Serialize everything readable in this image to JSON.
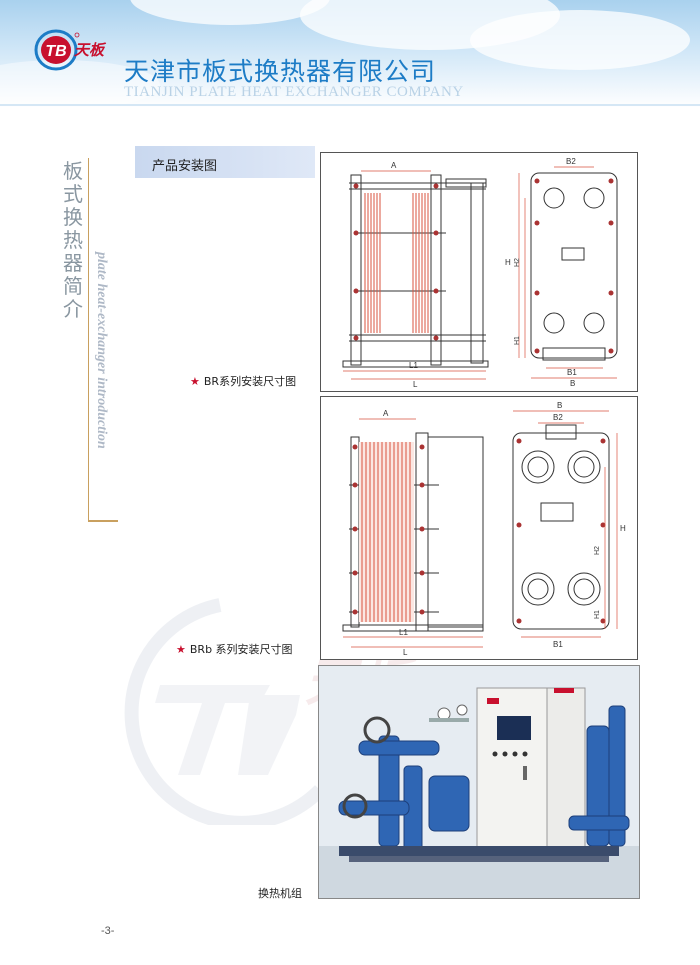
{
  "header": {
    "logo_mark": "TB",
    "logo_text": "天板",
    "company_cn": "天津市板式换热器有限公司",
    "company_en": "TIANJIN PLATE HEAT EXCHANGER COMPANY"
  },
  "sidebar": {
    "title_cn": "板式换热器简介",
    "title_en": "plate heat-exchanger introduction"
  },
  "section": {
    "title": "产品安装图"
  },
  "figures": [
    {
      "caption": "BR系列安装尺寸图",
      "labels": {
        "A": "A",
        "B": "B",
        "B1": "B1",
        "B2": "B2",
        "H": "H",
        "H1": "H1",
        "H2": "H2",
        "L": "L",
        "L1": "L1"
      }
    },
    {
      "caption": "BRb 系列安装尺寸图",
      "labels": {
        "A": "A",
        "B": "B",
        "B1": "B1",
        "B2": "B2",
        "H": "H",
        "H1": "H1",
        "H2": "H2",
        "L": "L",
        "L1": "L1"
      }
    },
    {
      "caption": "换热机组"
    }
  ],
  "watermark": {
    "logo_text": "天板"
  },
  "page_number": "-3-",
  "colors": {
    "brand_blue": "#1d7cc6",
    "logo_red": "#c8102e",
    "accent_gold": "#c9a05f",
    "plate_red": "#d9533f",
    "section_band": "#c9d8ef"
  }
}
